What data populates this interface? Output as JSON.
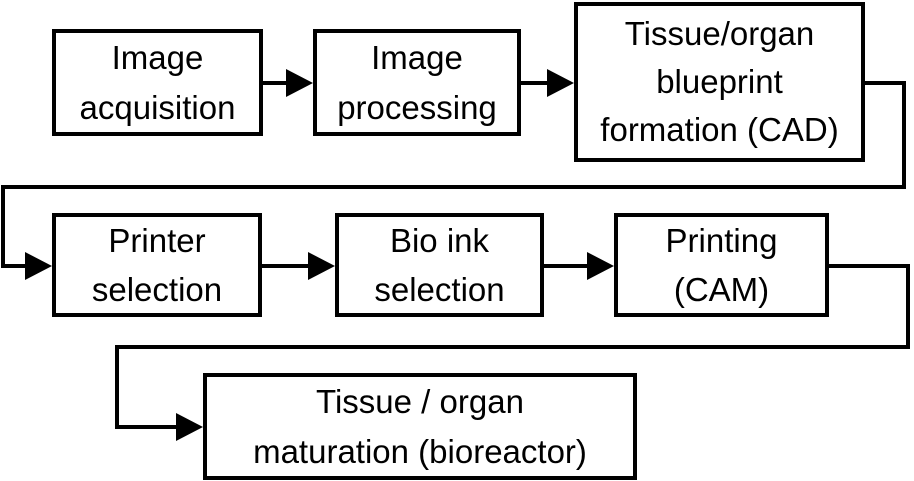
{
  "diagram": {
    "title": "3D bioprinting workflow",
    "steps": [
      {
        "id": "image-acquisition",
        "label": "Image\nacquisition"
      },
      {
        "id": "image-processing",
        "label": "Image\nprocessing"
      },
      {
        "id": "blueprint-formation",
        "label": "Tissue/organ\nblueprint\nformation (CAD)"
      },
      {
        "id": "printer-selection",
        "label": "Printer\nselection"
      },
      {
        "id": "bioink-selection",
        "label": "Bio ink\nselection"
      },
      {
        "id": "printing",
        "label": "Printing\n(CAM)"
      },
      {
        "id": "maturation",
        "label": "Tissue / organ\nmaturation (bioreactor)"
      }
    ],
    "edges": [
      [
        "image-acquisition",
        "image-processing"
      ],
      [
        "image-processing",
        "blueprint-formation"
      ],
      [
        "blueprint-formation",
        "printer-selection"
      ],
      [
        "printer-selection",
        "bioink-selection"
      ],
      [
        "bioink-selection",
        "printing"
      ],
      [
        "printing",
        "maturation"
      ]
    ],
    "colors": {
      "stroke": "#000000",
      "fill": "#ffffff",
      "text": "#000000"
    }
  }
}
